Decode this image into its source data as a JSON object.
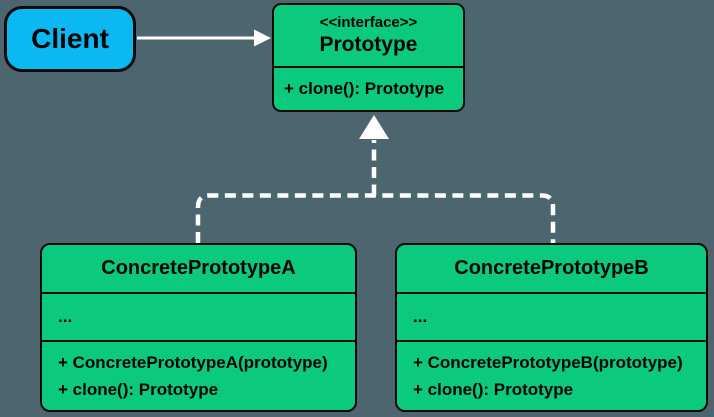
{
  "colors": {
    "background": "#4d656e",
    "client_fill": "#0cb8f2",
    "class_fill": "#0bc97d",
    "outline": "#0a0a0a",
    "connector": "#ffffff",
    "text": "#050505"
  },
  "diagram": {
    "pattern": "Prototype",
    "client": {
      "label": "Client"
    },
    "prototype": {
      "stereotype": "<<interface>>",
      "name": "Prototype",
      "methods": [
        "+ clone(): Prototype"
      ]
    },
    "concrete_a": {
      "name": "ConcretePrototypeA",
      "attributes": [
        "..."
      ],
      "methods": [
        "+ ConcretePrototypeA(prototype)",
        "+ clone(): Prototype"
      ]
    },
    "concrete_b": {
      "name": "ConcretePrototypeB",
      "attributes": [
        "..."
      ],
      "methods": [
        "+ ConcretePrototypeB(prototype)",
        "+ clone(): Prototype"
      ]
    }
  }
}
